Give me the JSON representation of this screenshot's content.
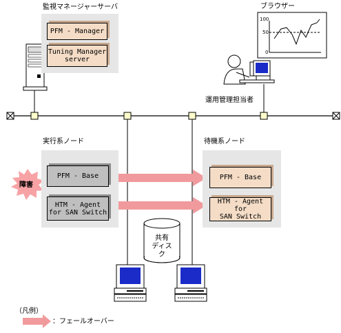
{
  "monitoring_server": {
    "label": "監視マネージャーサーバ",
    "components": [
      "PFM - Manager",
      "Tuning Manager\nserver"
    ]
  },
  "browser": {
    "label": "ブラウザー",
    "chart_ticks": [
      "100",
      "50",
      "0"
    ]
  },
  "operator": {
    "label": "運用管理担当者"
  },
  "active_node": {
    "label": "実行系ノード",
    "components": [
      "PFM - Base",
      "HTM - Agent\nfor SAN Switch"
    ],
    "failure_label": "障害"
  },
  "standby_node": {
    "label": "待機系ノード",
    "components": [
      "PFM - Base",
      "HTM - Agent for\nSAN Switch"
    ]
  },
  "shared_disk": {
    "label": "共有\nディスク"
  },
  "legend": {
    "title": "（凡例）",
    "failover_label": "：フェールオーバー"
  },
  "colors": {
    "panel": "#e6e6e6",
    "box_gray": "#bfbfbf",
    "box_tan": "#f4dcc6",
    "arrow": "#f19a9d",
    "failure_burst": "#f7a3a6",
    "screen": "#1a2bc7"
  }
}
